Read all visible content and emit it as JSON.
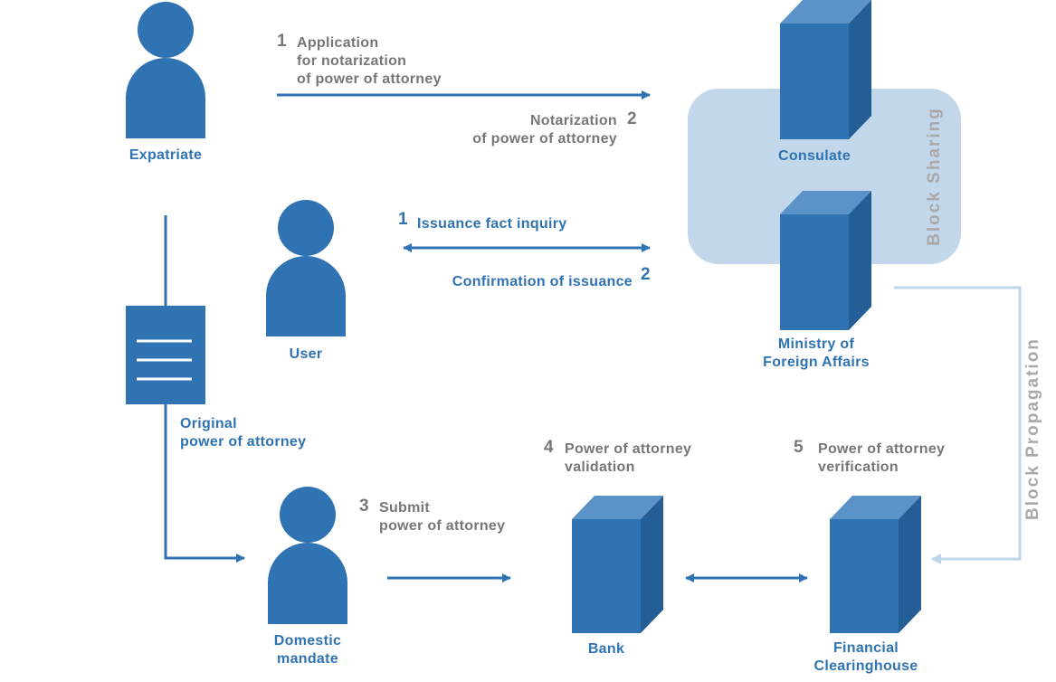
{
  "actors": {
    "expatriate": "Expatriate",
    "user": "User",
    "domestic_mandate": "Domestic\nmandate"
  },
  "institutions": {
    "consulate": "Consulate",
    "ministry": "Ministry of\nForeign Affairs",
    "bank": "Bank",
    "clearinghouse": "Financial\nClearinghouse"
  },
  "document": {
    "label": "Original\npower of attorney"
  },
  "steps": {
    "application": {
      "num": "1",
      "text": "Application\nfor notarization\nof power of attorney"
    },
    "notarization": {
      "num": "2",
      "text": "Notarization\nof power of attorney"
    },
    "inquiry": {
      "num": "1",
      "text": "Issuance fact inquiry"
    },
    "confirmation": {
      "num": "2",
      "text": "Confirmation of issuance"
    },
    "submit": {
      "num": "3",
      "text": "Submit\npower of attorney"
    },
    "validation": {
      "num": "4",
      "text": "Power of attorney\nvalidation"
    },
    "verification": {
      "num": "5",
      "text": "Power of attorney\nverification"
    }
  },
  "zones": {
    "sharing": "Block  Sharing",
    "propagation": "Block  Propagation"
  },
  "colors": {
    "primary": "#2f73b3",
    "server_side": "#235f96",
    "server_top": "#5b93c8",
    "sharing_bg": "#c3d7ea",
    "propagation_line": "#bdd4ea",
    "text_gray": "#777777"
  }
}
